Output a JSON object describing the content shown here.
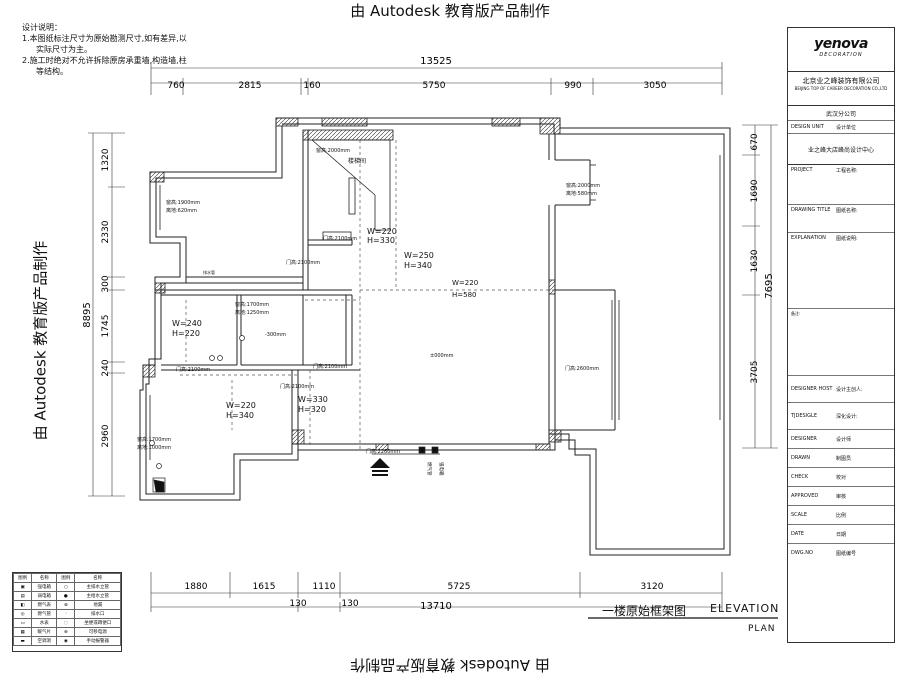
{
  "watermark": "由 Autodesk 教育版产品制作",
  "notes": {
    "heading": "设计说明：",
    "lines": [
      "1.本图纸标注尺寸为原始勘测尺寸,如有差异,以",
      "实际尺寸为主。",
      "2.施工时绝对不允许拆除原房承重墙,构造墙,柱",
      "等结构。"
    ]
  },
  "dims": {
    "top_total": "13525",
    "top": [
      "760",
      "2815",
      "160",
      "5750",
      "990",
      "3050"
    ],
    "left_total": "8895",
    "left": [
      "1320",
      "2330",
      "300",
      "1745",
      "240",
      "2960"
    ],
    "right_total": "7695",
    "right": [
      "670",
      "1690",
      "1630",
      "3705"
    ],
    "bottom": [
      "1880",
      "1615",
      "1110",
      "5725",
      "3120"
    ],
    "bottom_small": [
      "130",
      "130"
    ],
    "bottom_total": "13710"
  },
  "plan_labels": {
    "w1": "窗高:2000mm",
    "w2a": "窗高:1900mm",
    "w2b": "离地:620mm",
    "stair": "楼梯间",
    "wh1": "W=220",
    "wh1b": "H=330",
    "door1": "门高:2100mm",
    "door2": "门高:2100mm",
    "wh2": "W=250",
    "wh2b": "H=340",
    "wh3": "W=220",
    "wh3b": "H=580",
    "w3a": "窗高:2000mm",
    "w3b": "离地:580mm",
    "w4a": "窗高:1700mm",
    "w4b": "离地:1250mm",
    "wh4": "W=240",
    "wh4b": "H=220",
    "lv1": "-300mm",
    "door3": "门高:2100mm",
    "door4": "门高:2100mm",
    "door5": "门高:2100mm",
    "lv2": "±000mm",
    "door6": "门高:2600mm",
    "wh5": "W=220",
    "wh5b": "H=340",
    "wh6": "W=330",
    "wh6b": "H=320",
    "w5a": "窗高:1700mm",
    "w5b": "离地:1000mm",
    "door7": "门高:2260mm",
    "gas": "燃气管",
    "elec": "强电箱",
    "small": "排水管"
  },
  "title": {
    "zh": "一楼原始框架图",
    "en": "ELEVATION",
    "plan": "PLAN"
  },
  "titleblock": {
    "brand": "yenova",
    "brand_sub": "DECORATION",
    "company_zh": "北京业之峰装饰有限公司",
    "company_en": "BEIJING TOP OF CAREER DECORATION CO.,LTD",
    "branch": "武汉分公司",
    "design_unit_k": "DESIGN UNIT",
    "design_unit_v": "设计单位",
    "center": "业之峰大店峰尚设计中心",
    "project_k": "PROJECT",
    "project_v": "工程名称:",
    "drawing_k": "DRAWING TITLE",
    "drawing_v": "图纸名称:",
    "expl_k": "EXPLANATION",
    "expl_v": "图纸说明:",
    "remark": "备注:",
    "designer_host_k": "DESIGNER HOST",
    "designer_host_v": "设计主创人:",
    "tjdesign_k": "TJDESIGLE",
    "tjdesign_v": "深化设计:",
    "designer_k": "DESIGNER",
    "designer_v": "设计师",
    "drawn_k": "DRAWN",
    "drawn_v": "制图员",
    "check_k": "CHECK",
    "check_v": "校对",
    "approved_k": "APPROVED",
    "approved_v": "审核",
    "scale_k": "SCALE",
    "scale_v": "比例",
    "date_k": "DATE",
    "date_v": "日期",
    "dwg_k": "DWG.NO",
    "dwg_v": "图纸编号"
  },
  "legend": {
    "h1": "图例",
    "h2": "名称",
    "h3": "图例",
    "h4": "名称",
    "rows": [
      [
        "强电箱",
        "主排水立管"
      ],
      [
        "弱电箱",
        "主给水立管"
      ],
      [
        "燃气表",
        "地漏"
      ],
      [
        "燃气管",
        "排水口"
      ],
      [
        "水表",
        "坐便或蹲便口"
      ],
      [
        "暖气片",
        "可移电源"
      ],
      [
        "空调洞",
        "手动报警器"
      ]
    ]
  }
}
